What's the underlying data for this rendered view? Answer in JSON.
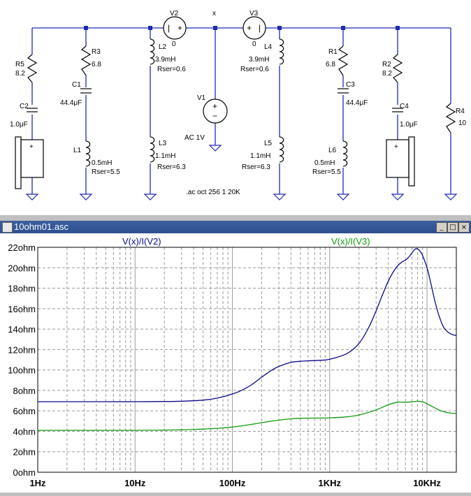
{
  "window": {
    "title": "10ohm01.asc",
    "buttons": [
      "_",
      "□",
      "×"
    ]
  },
  "schematic": {
    "node_label": "x",
    "directive": ".ac oct 256 1 20K",
    "components": {
      "V2": {
        "name": "V2",
        "value": "0"
      },
      "V3": {
        "name": "V3",
        "value": "0"
      },
      "V1": {
        "name": "V1",
        "value": "AC 1V"
      },
      "R5": {
        "name": "R5",
        "value": "8.2"
      },
      "C2": {
        "name": "C2",
        "value": "1.0μF"
      },
      "R3": {
        "name": "R3",
        "value": "6.8"
      },
      "C1": {
        "name": "C1",
        "value": "44.4μF"
      },
      "L1": {
        "name": "L1",
        "value": "0.5mH",
        "rser": "Rser=5.5"
      },
      "L2": {
        "name": "L2",
        "value": "3.9mH",
        "rser": "Rser=0.6"
      },
      "L3": {
        "name": "L3",
        "value": "1.1mH",
        "rser": "Rser=6.3"
      },
      "L4": {
        "name": "L4",
        "value": "3.9mH",
        "rser": "Rser=0.6"
      },
      "L5": {
        "name": "L5",
        "value": "1.1mH",
        "rser": "Rser=6.3"
      },
      "R1": {
        "name": "R1",
        "value": "6.8"
      },
      "C3": {
        "name": "C3",
        "value": "44.4μF"
      },
      "L6": {
        "name": "L6",
        "value": "0.5mH",
        "rser": "Rser=5.5"
      },
      "R2": {
        "name": "R2",
        "value": "8.2"
      },
      "C4": {
        "name": "C4",
        "value": "1.0μF"
      },
      "R4": {
        "name": "R4",
        "value": "10"
      }
    },
    "speaker_plus": "+",
    "speaker_minus": "-"
  },
  "colors": {
    "trace1": "#0a0a8c",
    "trace2": "#119911",
    "grid": "#9a9a9a",
    "wire": "#1e2bb4"
  },
  "chart_data": {
    "type": "line",
    "x_scale": "log",
    "xlim": [
      1,
      20000
    ],
    "ylim": [
      0,
      22
    ],
    "yunit": "ohm",
    "x_ticks": [
      {
        "value": 1,
        "label": "1Hz"
      },
      {
        "value": 10,
        "label": "10Hz"
      },
      {
        "value": 100,
        "label": "100Hz"
      },
      {
        "value": 1000,
        "label": "1KHz"
      },
      {
        "value": 10000,
        "label": "10KHz"
      }
    ],
    "y_ticks": [
      {
        "value": 0,
        "label": "0ohm"
      },
      {
        "value": 2,
        "label": "2ohm"
      },
      {
        "value": 4,
        "label": "4ohm"
      },
      {
        "value": 6,
        "label": "6ohm"
      },
      {
        "value": 8,
        "label": "8ohm"
      },
      {
        "value": 10,
        "label": "10ohm"
      },
      {
        "value": 12,
        "label": "12ohm"
      },
      {
        "value": 14,
        "label": "14ohm"
      },
      {
        "value": 16,
        "label": "16ohm"
      },
      {
        "value": 18,
        "label": "18ohm"
      },
      {
        "value": 20,
        "label": "20ohm"
      },
      {
        "value": 22,
        "label": "22ohm"
      }
    ],
    "grid": true,
    "series": [
      {
        "name": "V(x)/I(V2)",
        "x": [
          1,
          5,
          10,
          20,
          30,
          50,
          70,
          100,
          130,
          160,
          200,
          250,
          300,
          400,
          500,
          600,
          800,
          1000,
          1500,
          2000,
          2500,
          3000,
          3500,
          4000,
          4500,
          5000,
          5500,
          6000,
          6500,
          7000,
          7500,
          8000,
          8500,
          9000,
          10000,
          11000,
          12000,
          13000,
          14000,
          15000,
          17000,
          20000
        ],
        "y": [
          6.9,
          6.9,
          6.9,
          6.92,
          6.95,
          7.05,
          7.25,
          7.65,
          8.1,
          8.6,
          9.3,
          9.95,
          10.35,
          10.75,
          10.85,
          10.9,
          10.95,
          11.05,
          11.6,
          12.6,
          14.1,
          15.8,
          17.4,
          18.7,
          19.6,
          20.2,
          20.55,
          20.75,
          21.05,
          21.45,
          21.8,
          21.85,
          21.6,
          21.2,
          20.0,
          18.4,
          16.8,
          15.6,
          14.7,
          14.1,
          13.6,
          13.35
        ]
      },
      {
        "name": "V(x)/I(V3)",
        "x": [
          1,
          10,
          20,
          30,
          50,
          70,
          100,
          150,
          200,
          300,
          400,
          500,
          700,
          1000,
          1500,
          2000,
          3000,
          4000,
          5000,
          6000,
          7000,
          8000,
          9000,
          10000,
          12000,
          14000,
          17000,
          20000
        ],
        "y": [
          4.1,
          4.1,
          4.12,
          4.15,
          4.22,
          4.3,
          4.42,
          4.65,
          4.85,
          5.1,
          5.22,
          5.28,
          5.3,
          5.32,
          5.42,
          5.6,
          6.1,
          6.6,
          6.85,
          6.85,
          6.88,
          6.95,
          6.88,
          6.7,
          6.3,
          6.0,
          5.8,
          5.75
        ]
      }
    ]
  }
}
